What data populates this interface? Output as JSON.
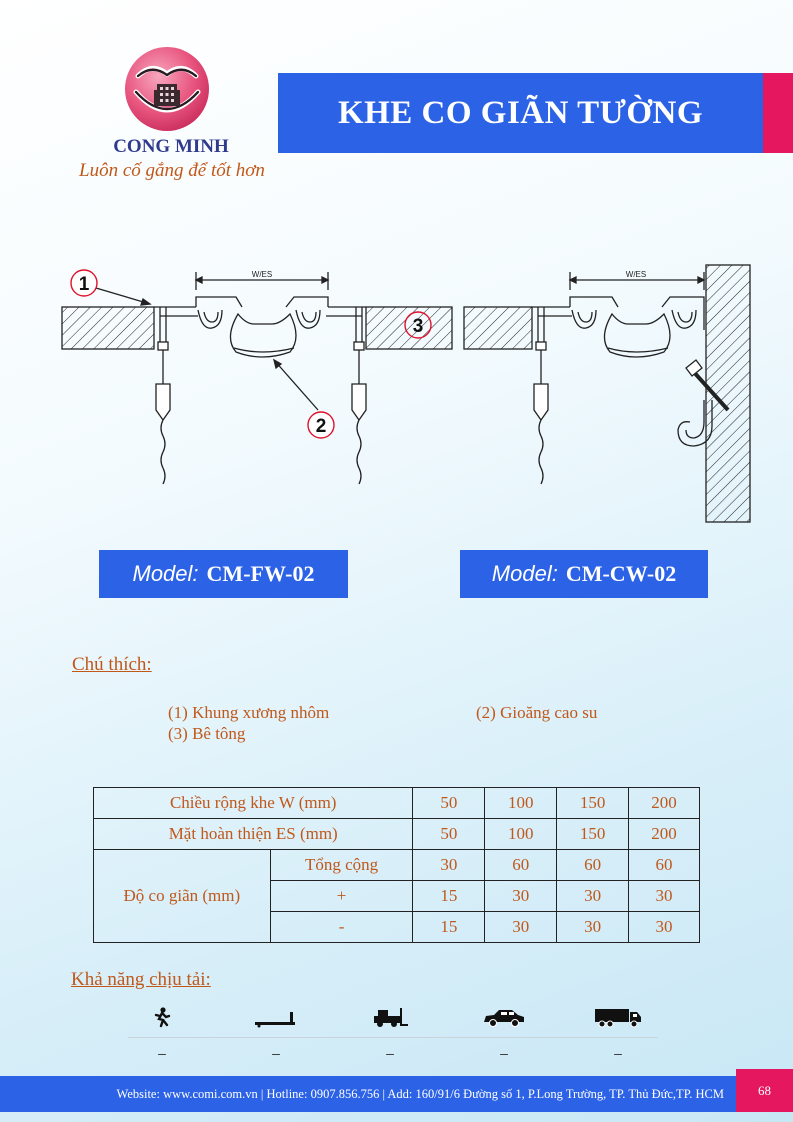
{
  "brand": {
    "name": "CONG MINH",
    "slogan": "Luôn cố gắng để tốt hơn",
    "logo_icon": "smile-building-logo-icon",
    "colors": {
      "logo_pink": "#e8557f",
      "name_blue": "#2f3a8f",
      "accent_orange": "#c0581a"
    }
  },
  "header": {
    "title": "KHE CO GIÃN TƯỜNG",
    "banner_color": "#2c63e6",
    "accent_color": "#e4175f"
  },
  "diagram": {
    "dimension_label_left": "W/ES",
    "dimension_label_right": "W/ES",
    "callouts": [
      "1",
      "2",
      "3"
    ]
  },
  "models": [
    {
      "label": "Model:",
      "code": "CM-FW-02"
    },
    {
      "label": "Model:",
      "code": "CM-CW-02"
    }
  ],
  "notes": {
    "heading": "Chú thích:",
    "items": [
      "(1) Khung xương nhôm",
      "(2) Gioăng cao su",
      "(3) Bê tông"
    ]
  },
  "spec_table": {
    "rows": [
      {
        "label": "Chiều rộng khe W (mm)",
        "values": [
          "50",
          "100",
          "150",
          "200"
        ]
      },
      {
        "label": "Mặt hoàn thiện ES (mm)",
        "values": [
          "50",
          "100",
          "150",
          "200"
        ]
      }
    ],
    "movement": {
      "label": "Độ co giãn (mm)",
      "subrows": [
        {
          "label": "Tổng cộng",
          "values": [
            "30",
            "60",
            "60",
            "60"
          ]
        },
        {
          "label": "+",
          "values": [
            "15",
            "30",
            "30",
            "30"
          ]
        },
        {
          "label": "-",
          "values": [
            "15",
            "30",
            "30",
            "30"
          ]
        }
      ]
    }
  },
  "load": {
    "heading": "Khả năng chịu tải:",
    "items": [
      {
        "icon": "pedestrian-icon",
        "value": "–"
      },
      {
        "icon": "trolley-icon",
        "value": "–"
      },
      {
        "icon": "forklift-icon",
        "value": "–"
      },
      {
        "icon": "car-icon",
        "value": "–"
      },
      {
        "icon": "truck-icon",
        "value": "–"
      }
    ]
  },
  "footer": {
    "contact": "Website: www.comi.com.vn | Hotline: 0907.856.756 | Add: 160/91/6 Đường số 1, P.Long Trường, TP. Thủ Đức,TP. HCM",
    "page_number": "68"
  }
}
